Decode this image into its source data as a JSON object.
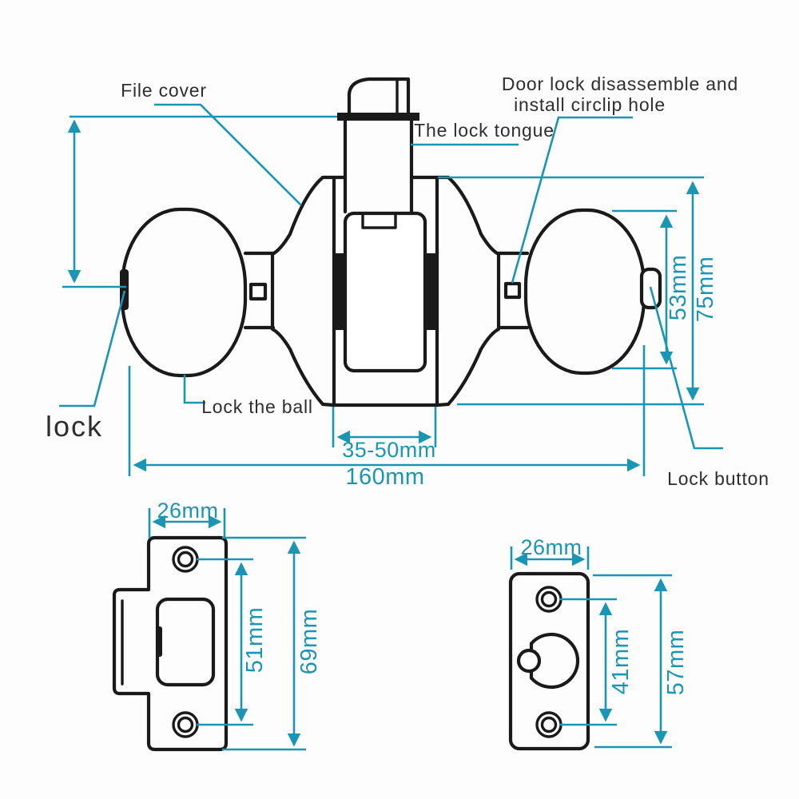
{
  "diagram": {
    "labels": {
      "file_cover": "File cover",
      "circlip_line1": "Door lock disassemble and",
      "circlip_line2": "install circlip hole",
      "lock_tongue": "The lock tongue",
      "lock_ball": "Lock the ball",
      "lock": "lock",
      "lock_button": "Lock button"
    },
    "dims": {
      "knob_height": "53mm",
      "assembly_height": "75mm",
      "door_thickness": "35-50mm",
      "total_length": "160mm",
      "strike_width": "26mm",
      "strike_screw_spacing": "51mm",
      "strike_height": "69mm",
      "latch_width": "26mm",
      "latch_screw_spacing": "41mm",
      "latch_height": "57mm"
    },
    "colors": {
      "dimension": "#1a96b4",
      "line": "#1a1a1a",
      "text": "#2e2e2e",
      "background": "#fdfdfd"
    }
  }
}
